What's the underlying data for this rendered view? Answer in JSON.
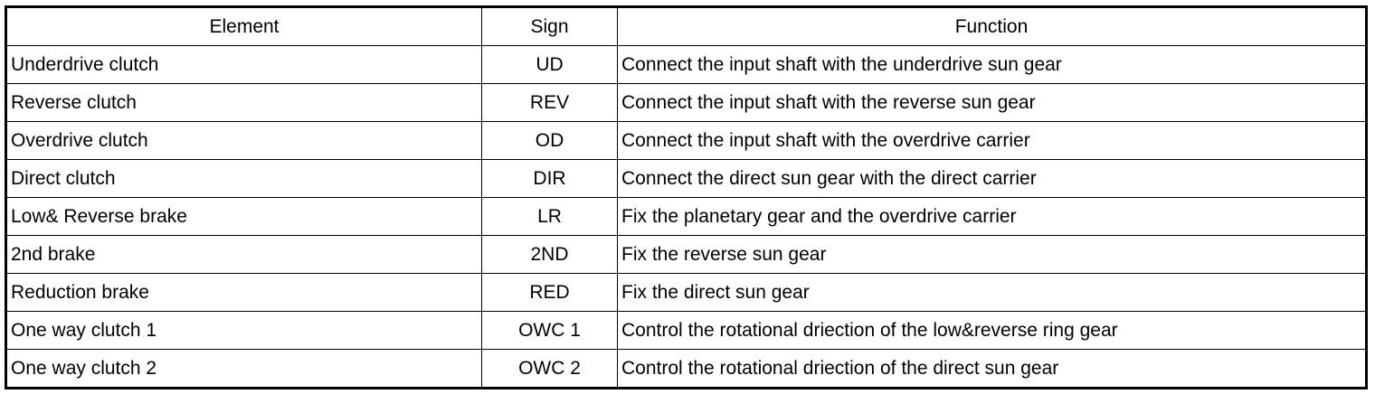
{
  "table": {
    "headers": {
      "element": "Element",
      "sign": "Sign",
      "function": "Function"
    },
    "rows": [
      {
        "element": "Underdrive clutch",
        "sign": "UD",
        "function": "Connect the input shaft with the underdrive sun gear"
      },
      {
        "element": "Reverse clutch",
        "sign": "REV",
        "function": "Connect the input shaft with the reverse sun gear"
      },
      {
        "element": "Overdrive clutch",
        "sign": "OD",
        "function": "Connect the input shaft with the overdrive carrier"
      },
      {
        "element": "Direct clutch",
        "sign": "DIR",
        "function": "Connect the direct sun gear with the direct carrier"
      },
      {
        "element": "Low& Reverse brake",
        "sign": "LR",
        "function": "Fix the planetary gear and the overdrive carrier"
      },
      {
        "element": "2nd brake",
        "sign": "2ND",
        "function": "Fix the reverse sun gear"
      },
      {
        "element": "Reduction brake",
        "sign": "RED",
        "function": "Fix the direct sun gear"
      },
      {
        "element": "One way clutch 1",
        "sign": "OWC 1",
        "function": "Control the rotational driection of the low&reverse ring gear"
      },
      {
        "element": "One way clutch 2",
        "sign": "OWC 2",
        "function": "Control the rotational driection of the direct sun gear"
      }
    ]
  }
}
